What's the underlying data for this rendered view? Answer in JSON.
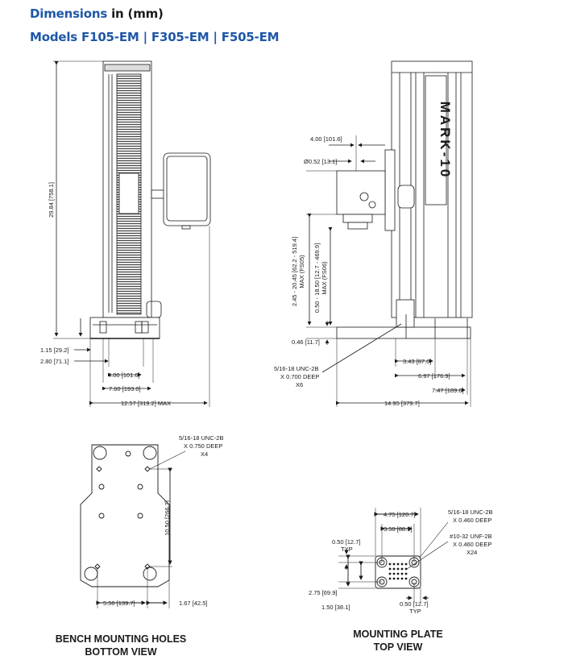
{
  "header": {
    "dimensions_label": "Dimensions",
    "dimensions_unit": "in (mm)",
    "models": "Models F105-EM | F305-EM | F505-EM"
  },
  "side_view": {
    "height": "29.84 [758.1]",
    "dim_a": "1.15 [29.2]",
    "dim_b": "2.80 [71.1]",
    "width_a": "4.00 [101.6]",
    "width_b": "7.60 [193.0]",
    "max_width": "12.57 [319.2] MAX"
  },
  "front_view": {
    "brand": "MARK-10",
    "top_offset": "4.00 [101.6]",
    "diameter": "Ø0.52 [13.1]",
    "travel_1_line1": "2.45 - 20.45 [62.2 - 519.4]",
    "travel_1_line2": "MAX (FS05)",
    "travel_2_line1": "0.50 - 18.50 [12.7 - 469.9]",
    "travel_2_line2": "MAX (FS06)",
    "base_height": "0.46 [11.7]",
    "thread_line1": "5/16-18 UNC-2B",
    "thread_line2": "X 0.700 DEEP",
    "thread_line3": "X6",
    "dim_c": "3.43 [87.0]",
    "dim_d": "6.97 [176.9]",
    "dim_e": "7.47 [189.6]",
    "max_width": "14.95 [379.7]"
  },
  "bench_view": {
    "thread_line1": "5/16-18 UNC-2B",
    "thread_line2": "X 0.750 DEEP",
    "thread_line3": "X4",
    "height": "10.50 [266.7]",
    "width": "5.50 [139.7]",
    "offset": "1.67 [42.5]",
    "caption_line1": "BENCH MOUNTING HOLES",
    "caption_line2": "BOTTOM VIEW"
  },
  "plate_view": {
    "width_outer": "4.75 [120.7]",
    "width_inner": "3.50 [88.9]",
    "typ_a_value": "0.50 [12.7]",
    "typ_a_label": "TYP",
    "height_outer": "2.75 [69.9]",
    "height_inner": "1.50 [38.1]",
    "typ_b_value": "0.50 [12.7]",
    "typ_b_label": "TYP",
    "thread_a_line1": "5/16-18 UNC-2B",
    "thread_a_line2": "X 0.460 DEEP",
    "thread_b_line1": "#10-32 UNF-2B",
    "thread_b_line2": "X 0.460 DEEP",
    "thread_b_line3": "X24",
    "caption_line1": "MOUNTING PLATE",
    "caption_line2": "TOP VIEW"
  }
}
